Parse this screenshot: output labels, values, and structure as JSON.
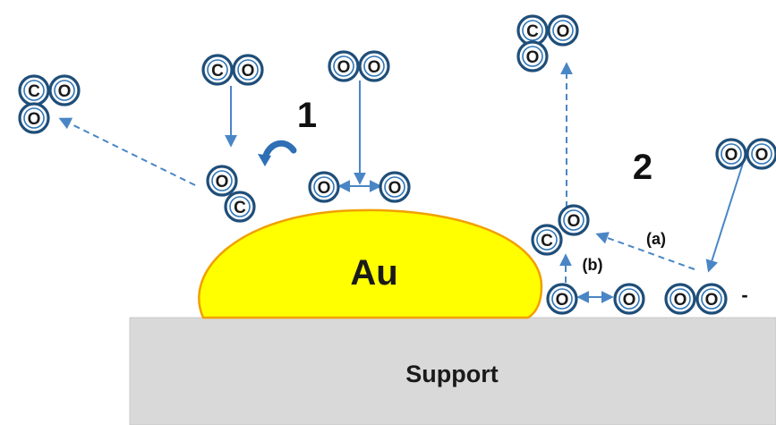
{
  "labels": {
    "support": "Support",
    "gold": "Au",
    "step1": "1",
    "step2": "2",
    "path_a": "(a)",
    "path_b": "(b)",
    "superoxide_charge": "-"
  },
  "atoms": {
    "carbon": "C",
    "oxygen": "O"
  },
  "colors": {
    "gold_fill": "#ffff00",
    "gold_edge": "#f0a000",
    "support_fill": "#d9d9d9",
    "arrow": "#4a86c5",
    "atom_ring": "#1f4e79"
  }
}
